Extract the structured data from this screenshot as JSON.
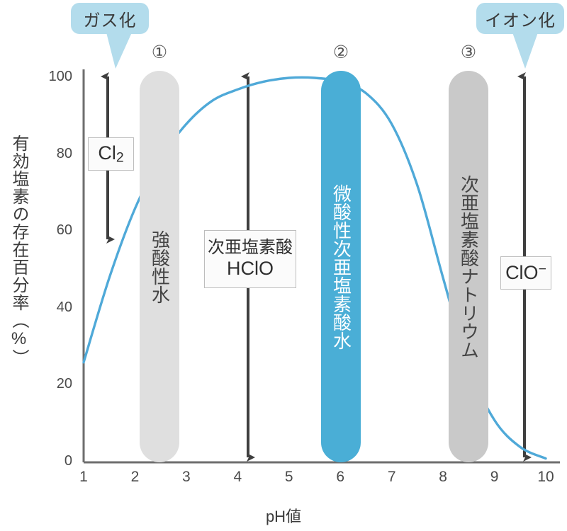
{
  "chart_data": {
    "type": "line",
    "title": "",
    "xlabel": "pH値",
    "ylabel": "有効塩素の存在百分率（%）",
    "xlim": [
      1,
      10
    ],
    "ylim": [
      0,
      100
    ],
    "grid": false,
    "legend": "none",
    "series": [
      {
        "name": "有効塩素の存在百分率",
        "color": "#4fa9d8",
        "x": [
          1.0,
          1.5,
          2.0,
          2.5,
          3.0,
          3.5,
          4.0,
          4.5,
          5.0,
          5.5,
          6.0,
          6.5,
          7.0,
          7.5,
          8.0,
          8.5,
          9.0,
          9.5,
          10.0
        ],
        "y": [
          26,
          48,
          66,
          79,
          88,
          94,
          97,
          99,
          100,
          100,
          99,
          96,
          88,
          72,
          48,
          25,
          11,
          4,
          1
        ]
      }
    ],
    "xticks": [
      1,
      2,
      3,
      4,
      5,
      6,
      7,
      8,
      9,
      10
    ],
    "yticks": [
      0,
      20,
      40,
      60,
      80,
      100
    ],
    "annotations": {
      "bands": [
        {
          "index": "①",
          "label": "強酸性水",
          "pH_from": 2.0,
          "pH_to": 2.8,
          "color": "#dfdfdf",
          "text_color": "#444444"
        },
        {
          "index": "②",
          "label": "微酸性次亜塩素酸水",
          "pH_from": 5.6,
          "pH_to": 6.4,
          "color": "#4aaed6",
          "text_color": "#ffffff"
        },
        {
          "index": "③",
          "label": "次亜塩素酸ナトリウム",
          "pH_from": 8.1,
          "pH_to": 8.9,
          "color": "#c9c9c9",
          "text_color": "#444444"
        }
      ],
      "species": [
        {
          "name": "Cl",
          "subscript": "2",
          "superscript": "",
          "arrow_pH": 1.55
        },
        {
          "name": "次亜塩素酸",
          "formula": "HClO",
          "arrow_pH": 4.3
        },
        {
          "name": "ClO",
          "subscript": "",
          "superscript": "−",
          "arrow_pH": 9.6
        }
      ],
      "callouts": [
        {
          "text": "ガス化",
          "target_pH": 1.55,
          "color": "#b3dcec"
        },
        {
          "text": "イオン化",
          "target_pH": 9.6,
          "color": "#b3dcec"
        }
      ]
    }
  },
  "yaxis": {
    "label": "有効塩素の存在百分率（%）",
    "ticks": [
      "100",
      "80",
      "60",
      "40",
      "20",
      "0"
    ]
  },
  "xaxis": {
    "label": "pH値",
    "ticks": [
      "1",
      "2",
      "3",
      "4",
      "5",
      "6",
      "7",
      "8",
      "9",
      "10"
    ]
  },
  "callouts": {
    "gas": "ガス化",
    "ion": "イオン化"
  },
  "markers": {
    "one": "①",
    "two": "②",
    "three": "③"
  },
  "pills": {
    "acid_water": "強酸性水",
    "weak_acid_hypochlorous": "微酸性次亜塩素酸水",
    "sodium_hypochlorite": "次亜塩素酸ナトリウム"
  },
  "species_boxes": {
    "cl2": {
      "base": "Cl",
      "sub": "2"
    },
    "hclo": {
      "line1": "次亜塩素酸",
      "line2": "HClO"
    },
    "clo": {
      "base": "ClO",
      "sup": "−"
    }
  },
  "colors": {
    "curve": "#4fa9d8",
    "accent_blue": "#4aaed6",
    "bubble": "#b3dcec",
    "pill_grey": "#dfdfdf",
    "pill_grey_dark": "#c9c9c9",
    "axis": "#555555",
    "arrow": "#3f3f3f",
    "text": "#3b3b3b"
  }
}
